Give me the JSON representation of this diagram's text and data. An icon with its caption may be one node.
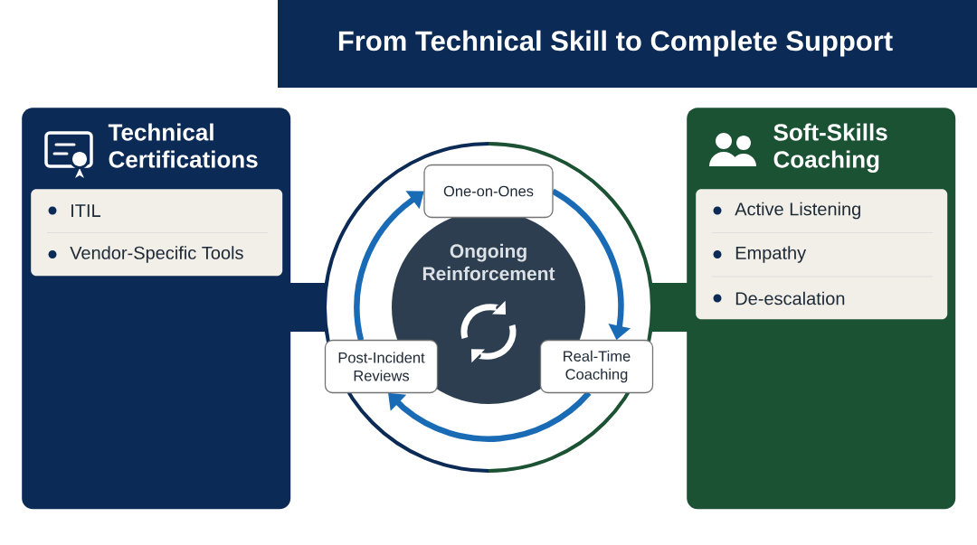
{
  "diagram": {
    "title": "From Technical Skill to Complete Support",
    "nodes": [
      {
        "text": [
          "Technical Certifications"
        ]
      },
      {
        "text": [
          "ITIL",
          "Vendor-Specific Tools"
        ],
        "in": 0
      },
      {
        "text": [
          "Soft-Skills Coaching"
        ]
      },
      {
        "text": [
          "Active Listening",
          "Empathy",
          "De-escalation"
        ],
        "in": 2
      },
      {
        "text": [
          "Ongoing Reinforcement"
        ]
      },
      {
        "text": [
          "One-on-Ones"
        ]
      },
      {
        "text": [
          "Real-Time Coaching"
        ]
      },
      {
        "text": [
          "Post-Incident Reviews"
        ]
      }
    ],
    "edges": [
      {
        "from": 5,
        "to": 6,
        "arrow": "to"
      },
      {
        "from": 6,
        "to": 7,
        "arrow": "to"
      },
      {
        "from": 7,
        "to": 5,
        "arrow": "to"
      }
    ]
  }
}
